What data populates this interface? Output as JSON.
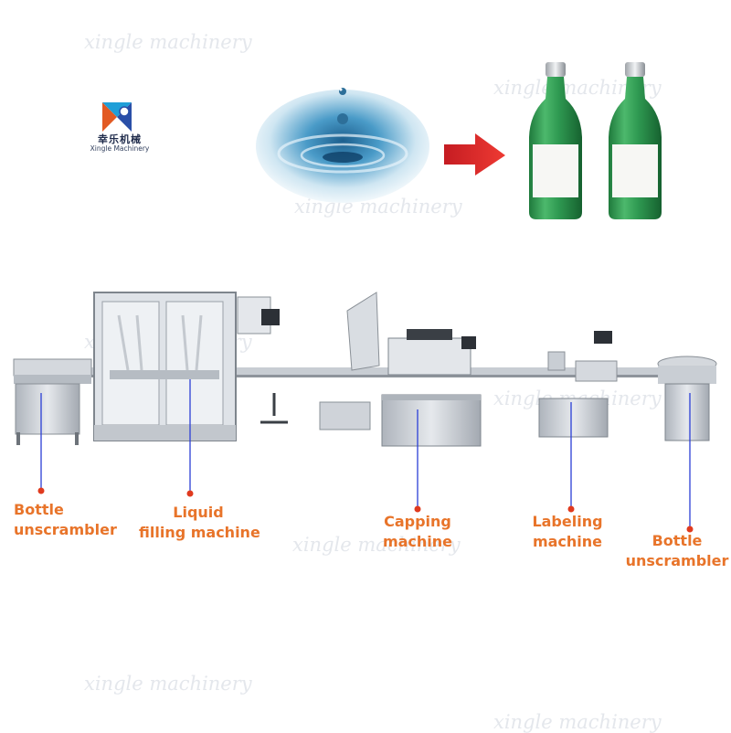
{
  "watermark": "xingle machinery",
  "logo": {
    "name_cn": "幸乐机械",
    "name_en": "Xingle Machinery"
  },
  "labels": {
    "bottle_unscrambler_left": [
      "Bottle",
      "unscrambler"
    ],
    "liquid_filling": [
      "Liquid",
      "filling machine"
    ],
    "capping": [
      "Capping",
      "machine"
    ],
    "labeling": [
      "Labeling",
      "machine"
    ],
    "bottle_unscrambler_right": [
      "Bottle",
      "unscrambler"
    ]
  },
  "colors": {
    "label_text": "#e8742a",
    "pointer_line": "#2b3fd6",
    "pointer_dot": "#e03a1e",
    "arrow": "#e8262a",
    "bottle_glass": "#2f9a52",
    "machine_steel": "#c9ced6"
  },
  "icons": [
    "water-drop-icon",
    "red-arrow-icon",
    "green-bottle-icon"
  ]
}
